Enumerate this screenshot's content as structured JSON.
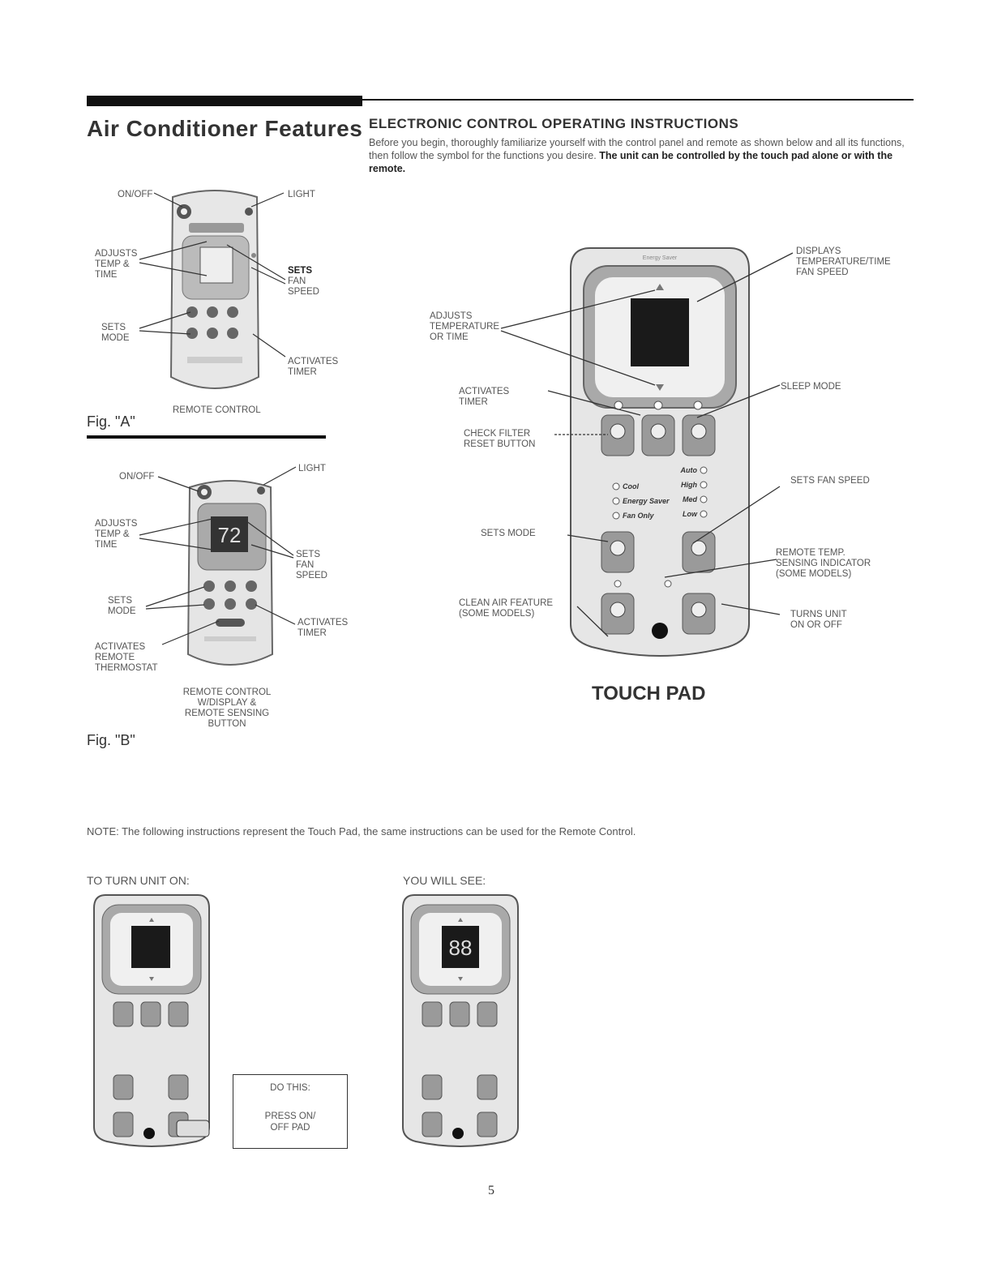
{
  "header": {
    "title": "Air Conditioner Features",
    "section_title": "ELECTRONIC CONTROL OPERATING INSTRUCTIONS",
    "intro_plain": "Before you begin, thoroughly familiarize yourself with the control panel and remote as shown below and all its functions, then follow the symbol for the functions you desire.",
    "intro_bold": "The unit can be controlled by the touch pad alone or with the remote."
  },
  "fig_a": {
    "caption": "Fig. \"A\"",
    "remote_label": "REMOTE CONTROL",
    "labels": {
      "on_off": "ON/OFF",
      "light": "LIGHT",
      "adjusts": "ADJUSTS\nTEMP &\nTIME",
      "sets_fan_bold": "SETS",
      "sets_fan": "FAN\nSPEED",
      "sets_mode": "SETS\nMODE",
      "timer": "ACTIVATES\nTIMER"
    }
  },
  "fig_b": {
    "caption": "Fig. \"B\"",
    "remote_label": "REMOTE CONTROL\nw/DISPLAY &\nREMOTE SENSING\nBUTTON",
    "display_value": "72",
    "labels": {
      "on_off": "ON/OFF",
      "light": "LIGHT",
      "adjusts": "ADJUSTS\nTEMP &\nTIME",
      "sets_fan": "SETS\nFAN\nSPEED",
      "sets_mode": "SETS\nMODE",
      "timer": "ACTIVATES\nTIMER",
      "thermostat": "ACTIVATES\nREMOTE\nTHERMOSTAT"
    }
  },
  "touch_pad": {
    "title": "TOUCH PAD",
    "labels": {
      "displays": "DISPLAYS\nTEMPERATURE/TIME\nFAN SPEED",
      "adjusts": "ADJUSTS\nTEMPERATURE\nOR TIME",
      "timer": "ACTIVATES\nTIMER",
      "sleep": "SLEEP MODE",
      "check_filter": "CHECK FILTER\nRESET BUTTON",
      "fan_speed": "SETS FAN SPEED",
      "sets_mode": "SETS MODE",
      "remote_temp": "REMOTE TEMP.\nSENSING INDICATOR\n(SOME MODELS)",
      "clean_air": "CLEAN AIR FEATURE\n(some models)",
      "on_off": "TURNS UNIT\nON OR OFF"
    },
    "modes": [
      "Cool",
      "Energy Saver",
      "Fan Only"
    ],
    "speeds": [
      "Auto",
      "High",
      "Med",
      "Low"
    ],
    "buttons": [
      "Check Filter",
      "Timer",
      "Sleep",
      "Mode",
      "Fan Speed",
      "Clean Air",
      "Power"
    ],
    "remote_sensing": "Remote\nSensing"
  },
  "note": "NOTE: The following instructions represent the  Touch Pad, the same instructions can be used for the Remote Control.",
  "steps": {
    "turn_on_heading": "TO TURN UNIT ON:",
    "you_will_see_heading": "YOU WILL SEE:",
    "do_this": "DO THIS:",
    "press": "PRESS ON/\nOFF PAD",
    "display_value": "88"
  },
  "page_number": "5"
}
